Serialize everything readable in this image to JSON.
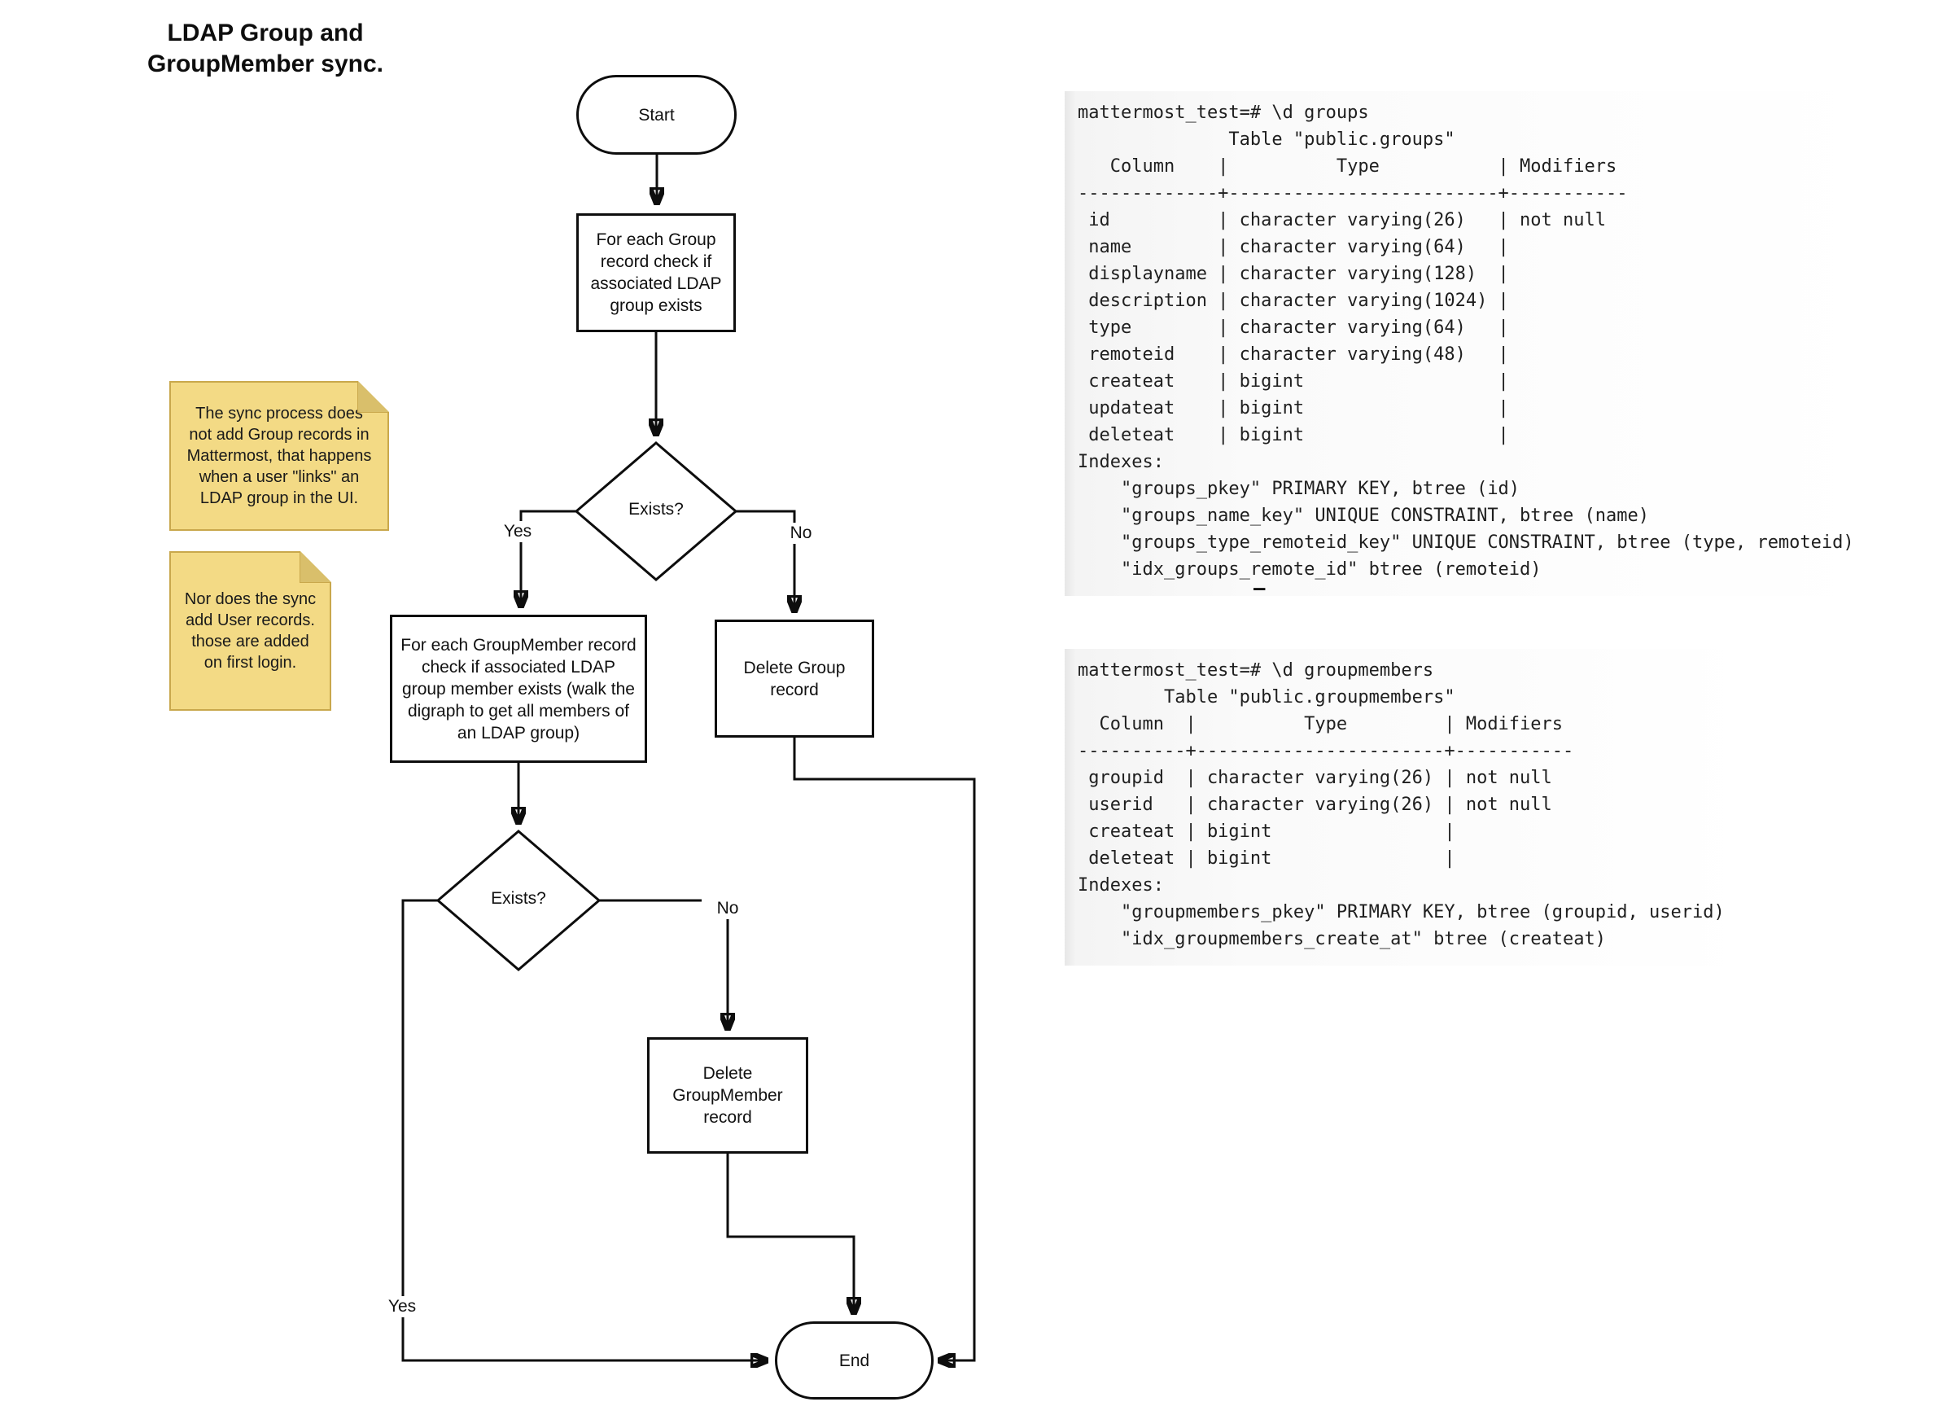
{
  "title": {
    "lines": [
      "LDAP Group and",
      "GroupMember sync."
    ]
  },
  "flowchart": {
    "start_label": "Start",
    "group_check": {
      "lines": [
        "For each Group",
        "record check if",
        "associated LDAP",
        "group exists"
      ]
    },
    "decision1_label": "Exists?",
    "branch1_yes": "Yes",
    "branch1_no": "No",
    "groupmember_check": {
      "lines": [
        "For each GroupMember record",
        "check if associated LDAP",
        "group member exists (walk the",
        "digraph to get all members of",
        "an LDAP group)"
      ]
    },
    "delete_group": {
      "lines": [
        "Delete Group",
        "record"
      ]
    },
    "decision2_label": "Exists?",
    "branch2_yes": "Yes",
    "branch2_no": "No",
    "delete_groupmember": {
      "lines": [
        "Delete",
        "GroupMember",
        "record"
      ]
    },
    "end_label": "End"
  },
  "notes": {
    "note1": {
      "lines": [
        "The sync process does",
        "not add Group records in",
        "Mattermost, that happens",
        "when a user \"links\" an",
        "LDAP group in the UI."
      ]
    },
    "note2": {
      "lines": [
        "Nor does the sync",
        "add User records.",
        "those are added",
        "on first login."
      ]
    }
  },
  "terminal": {
    "groups_block": "mattermost_test=# \\d groups\n              Table \"public.groups\"\n   Column    |          Type           | Modifiers \n-------------+-------------------------+-----------\n id          | character varying(26)   | not null\n name        | character varying(64)   | \n displayname | character varying(128)  | \n description | character varying(1024) | \n type        | character varying(64)   | \n remoteid    | character varying(48)   | \n createat    | bigint                  | \n updateat    | bigint                  | \n deleteat    | bigint                  | \nIndexes:\n    \"groups_pkey\" PRIMARY KEY, btree (id)\n    \"groups_name_key\" UNIQUE CONSTRAINT, btree (name)\n    \"groups_type_remoteid_key\" UNIQUE CONSTRAINT, btree (type, remoteid)\n    \"idx_groups_remote_id\" btree (remoteid)",
    "cursor": "–",
    "groupmembers_block": "mattermost_test=# \\d groupmembers\n        Table \"public.groupmembers\"\n  Column  |          Type         | Modifiers \n----------+-----------------------+-----------\n groupid  | character varying(26) | not null\n userid   | character varying(26) | not null\n createat | bigint                | \n deleteat | bigint                | \nIndexes:\n    \"groupmembers_pkey\" PRIMARY KEY, btree (groupid, userid)\n    \"idx_groupmembers_create_at\" btree (createat)"
  },
  "colors": {
    "note_fill": "#F3DA85",
    "note_fold": "#D9BF6B",
    "note_border": "#C9A84C",
    "line_color": "#0d0d0d",
    "terminal_bg": "#f4f4f4"
  }
}
